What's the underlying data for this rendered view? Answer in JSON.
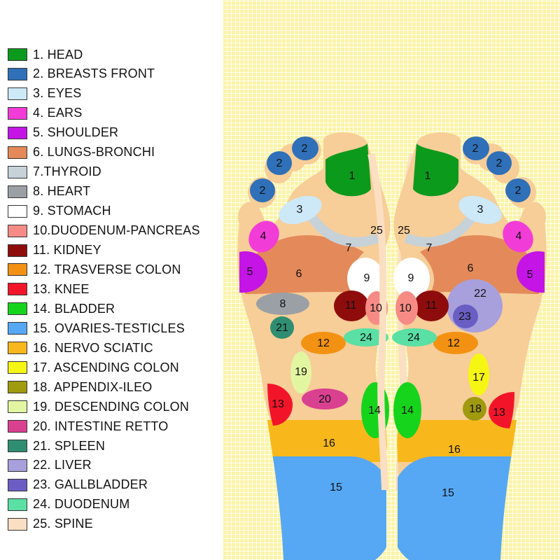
{
  "legend": {
    "items": [
      {
        "label": "1. HEAD",
        "color": "#0c9a1c"
      },
      {
        "label": "2. BREASTS FRONT",
        "color": "#2f70b8"
      },
      {
        "label": "3. EYES",
        "color": "#cde8f6"
      },
      {
        "label": "4. EARS",
        "color": "#f23cd8"
      },
      {
        "label": "5. SHOULDER",
        "color": "#c414e6"
      },
      {
        "label": "6. LUNGS-BRONCHI",
        "color": "#e48a5a"
      },
      {
        "label": "7.THYROID",
        "color": "#c6d2d8"
      },
      {
        "label": "8. HEART",
        "color": "#9aa0a6"
      },
      {
        "label": "9. STOMACH",
        "color": "#ffffff"
      },
      {
        "label": "10.DUODENUM-PANCREAS",
        "color": "#f68b86"
      },
      {
        "label": "11. KIDNEY",
        "color": "#8e0c0c"
      },
      {
        "label": "12. TRASVERSE COLON",
        "color": "#f39212"
      },
      {
        "label": "13. KNEE",
        "color": "#f2152a"
      },
      {
        "label": "14. BLADDER",
        "color": "#16d41c"
      },
      {
        "label": "15. OVARIES-TESTICLES",
        "color": "#56a8f4"
      },
      {
        "label": "16. NERVO SCIATIC",
        "color": "#f8b81c"
      },
      {
        "label": "17. ASCENDING COLON",
        "color": "#f6f614"
      },
      {
        "label": "18. APPENDIX-ILEO",
        "color": "#a09a0e"
      },
      {
        "label": "19. DESCENDING COLON",
        "color": "#e2f6a2"
      },
      {
        "label": "20. INTESTINE RETTO",
        "color": "#da4090"
      },
      {
        "label": "21. SPLEEN",
        "color": "#2f8e72"
      },
      {
        "label": "22. LIVER",
        "color": "#a8a0dc"
      },
      {
        "label": "23. GALLBLADDER",
        "color": "#6a5ec4"
      },
      {
        "label": "24. DUODENUM",
        "color": "#5ae0a4"
      },
      {
        "label": "25. SPINE",
        "color": "#fbdfc3"
      }
    ]
  },
  "zones": {
    "n1": "1",
    "n2": "2",
    "n3": "3",
    "n4": "4",
    "n5": "5",
    "n6": "6",
    "n7": "7",
    "n8": "8",
    "n9": "9",
    "n10": "10",
    "n11": "11",
    "n12": "12",
    "n13": "13",
    "n14": "14",
    "n15": "15",
    "n16": "16",
    "n17": "17",
    "n18": "18",
    "n19": "19",
    "n20": "20",
    "n21": "21",
    "n22": "22",
    "n23": "23",
    "n24": "24",
    "n25": "25"
  },
  "colors": {
    "skin": "#f7cd98",
    "background": "#fbf3a6"
  }
}
